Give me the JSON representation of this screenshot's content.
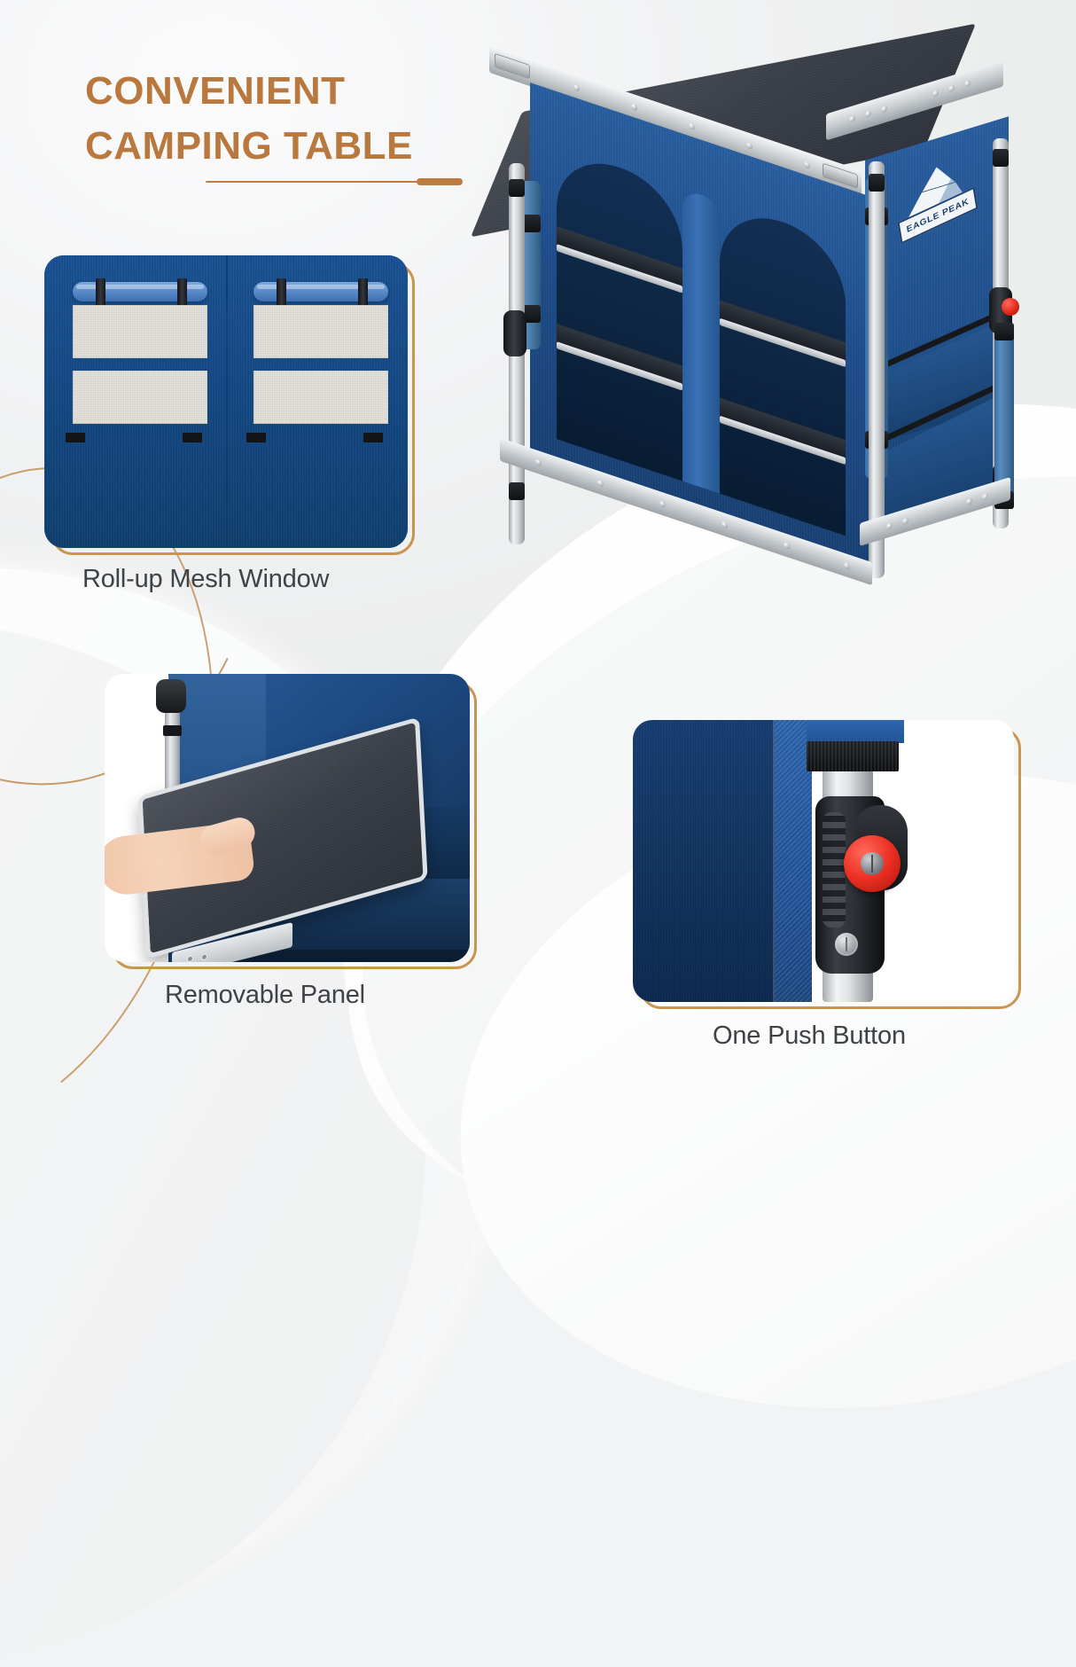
{
  "page": {
    "background_color": "#f2f3f4",
    "accent_color": "#b9783d",
    "brand_blue": "#154a86",
    "caption_color": "#3f4246"
  },
  "headline": {
    "line1": "CONVENIENT",
    "line2": "CAMPING TABLE"
  },
  "product": {
    "brand_logo_text": "EAGLE PEAK",
    "name": "camping-table"
  },
  "features": [
    {
      "id": "roll-up-mesh-window",
      "caption": "Roll-up Mesh Window"
    },
    {
      "id": "removable-panel",
      "caption": "Removable Panel"
    },
    {
      "id": "one-push-button",
      "caption": "One Push Button"
    }
  ]
}
